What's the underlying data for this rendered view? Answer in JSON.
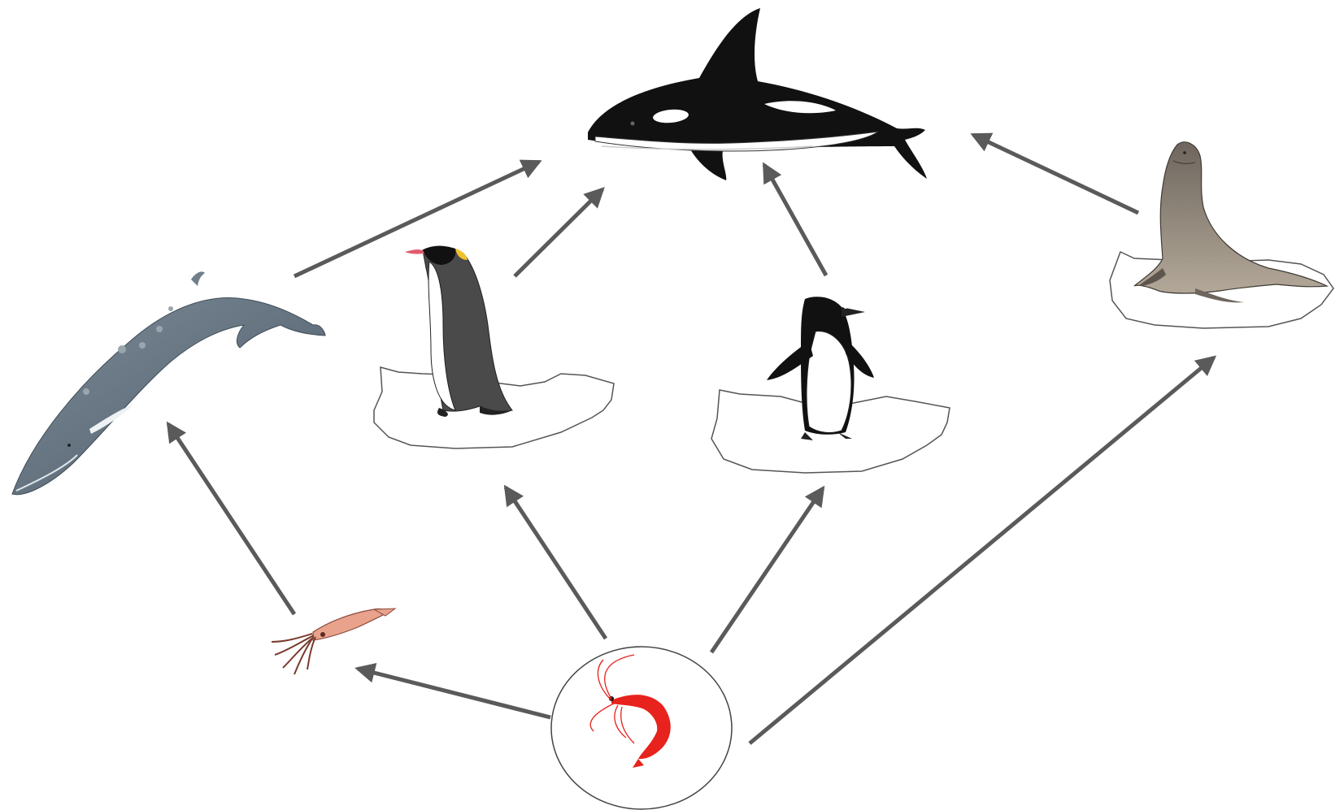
{
  "diagram": {
    "type": "food-web",
    "ecosystem": "antarctic",
    "nodes": [
      {
        "id": "krill",
        "icon": "krill-icon",
        "color": "#e8221c",
        "enclosed_in": "circle"
      },
      {
        "id": "squid",
        "icon": "squid-icon",
        "color": "#e9a38c"
      },
      {
        "id": "baleen-whale",
        "icon": "baleen-whale-icon",
        "color": "#6f7f8b"
      },
      {
        "id": "emperor-penguin",
        "icon": "emperor-penguin-icon",
        "on": "ice-floe"
      },
      {
        "id": "adelie-penguin",
        "icon": "adelie-penguin-icon",
        "on": "ice-floe"
      },
      {
        "id": "fur-seal",
        "icon": "fur-seal-icon",
        "color": "#8f8376",
        "on": "ice-floe"
      },
      {
        "id": "orca",
        "icon": "orca-icon",
        "color": "#101010"
      }
    ],
    "edges": [
      {
        "from": "krill",
        "to": "squid"
      },
      {
        "from": "krill",
        "to": "emperor-penguin"
      },
      {
        "from": "krill",
        "to": "adelie-penguin"
      },
      {
        "from": "krill",
        "to": "fur-seal"
      },
      {
        "from": "squid",
        "to": "baleen-whale"
      },
      {
        "from": "baleen-whale",
        "to": "orca"
      },
      {
        "from": "emperor-penguin",
        "to": "orca"
      },
      {
        "from": "adelie-penguin",
        "to": "orca"
      },
      {
        "from": "fur-seal",
        "to": "orca"
      }
    ],
    "arrow_color": "#5a5a5a"
  }
}
